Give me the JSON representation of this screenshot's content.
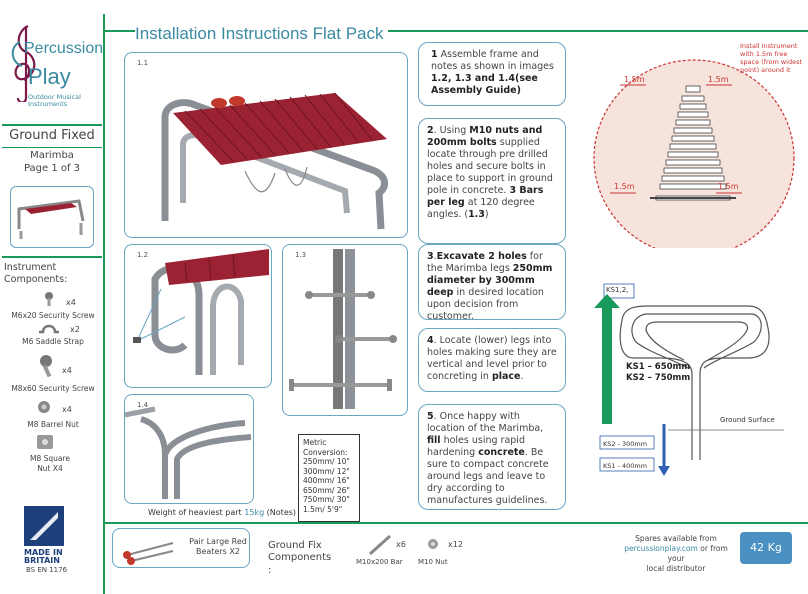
{
  "brand": {
    "name_line1": "Percussion",
    "name_line2": "Play",
    "tagline": "Outdoor Musical Instruments"
  },
  "sidebar": {
    "install_type": "Ground Fixed",
    "product": "Marimba",
    "page": "Page 1 of 3",
    "components_title": "Instrument Components:",
    "components": [
      {
        "qty": "x4",
        "label": "M6x20 Security Screw"
      },
      {
        "qty": "x2",
        "label": "M6 Saddle Strap"
      },
      {
        "qty": "x4",
        "label": "M8x60 Security Screw"
      },
      {
        "qty": "x4",
        "label": "M8 Barrel Nut"
      },
      {
        "qty": "",
        "label": "M8 Square Nut X4"
      }
    ],
    "made_in_line1": "MADE IN",
    "made_in_line2": "BRITAIN",
    "standard": "BS EN 1176"
  },
  "title": "Installation Instructions Flat Pack",
  "images": {
    "img1": "1.1",
    "img2": "1.2",
    "img3": "1.3",
    "img4": "1.4"
  },
  "conversion": {
    "lines": [
      "Metric",
      "Conversion:",
      "250mm/ 10\"",
      "300mm/ 12\"",
      "400mm/ 16\"",
      "650mm/ 26\"",
      "750mm/ 30\"",
      "1.5m/ 5'9\""
    ]
  },
  "weight_note": {
    "prefix": "Weight of heaviest part ",
    "value": "15kg",
    "suffix": " (Notes)"
  },
  "steps": [
    {
      "num": "1",
      "parts": [
        " Assemble frame and notes as shown in images ",
        "1.2, 1.3 and 1.4(see Assembly Guide)"
      ]
    },
    {
      "num": "2",
      "parts": [
        ". Using ",
        "M10 nuts and 200mm bolts",
        " supplied locate through pre drilled holes and secure bolts in place to support in ground pole in concrete. ",
        "3 Bars per leg",
        " at 120 degree angles. (",
        "1.3",
        ")"
      ]
    },
    {
      "num": "3",
      "parts": [
        ".",
        "Excavate 2 holes",
        " for the Marimba legs ",
        "250mm diameter by 300mm deep",
        " in desired location upon decision from customer."
      ]
    },
    {
      "num": "4",
      "parts": [
        ". Locate (lower) legs into holes making sure they are vertical and level prior to concreting in ",
        "place",
        "."
      ]
    },
    {
      "num": "5",
      "parts": [
        ". Once happy with location of the Marimba, ",
        "fill",
        " holes using rapid hardening ",
        "concrete",
        ". Be sure to compact concrete around legs and leave to dry according to manufactures guidelines."
      ]
    }
  ],
  "freespace": {
    "note": "Install Instrument with 1.5m free space (from widest point) around it",
    "dims": [
      "1.5m",
      "1.5m",
      "1.5m",
      "1.5m"
    ]
  },
  "depth_diagram": {
    "ks12": "KS1,2,",
    "ks1_650": "KS1 – 650mm",
    "ks2_750": "KS2 – 750mm",
    "ground": "Ground Surface",
    "ks2_300": "KS2 - 300mm",
    "ks1_400": "KS1 - 400mm"
  },
  "footer": {
    "beaters": "Pair Large Red Beaters X2",
    "ground_fix_title": "Ground Fix Components",
    "ground_fix_colon": ":",
    "bar_qty": "x6",
    "bar_label": "M10x200 Bar",
    "nut_qty": "x12",
    "nut_label": "M10 Nut",
    "spares_line1": "Spares available from",
    "spares_link": "percussionplay.com",
    "spares_line2": " or from your",
    "spares_line3": "local distributor",
    "total_weight": "42 Kg"
  },
  "colors": {
    "accent_teal": "#3a8aa0",
    "accent_green": "#1a9a5a",
    "frame_blue": "#6aa6bf",
    "marimba_red": "#9b2232",
    "depth_blue": "#2e5fb0"
  }
}
